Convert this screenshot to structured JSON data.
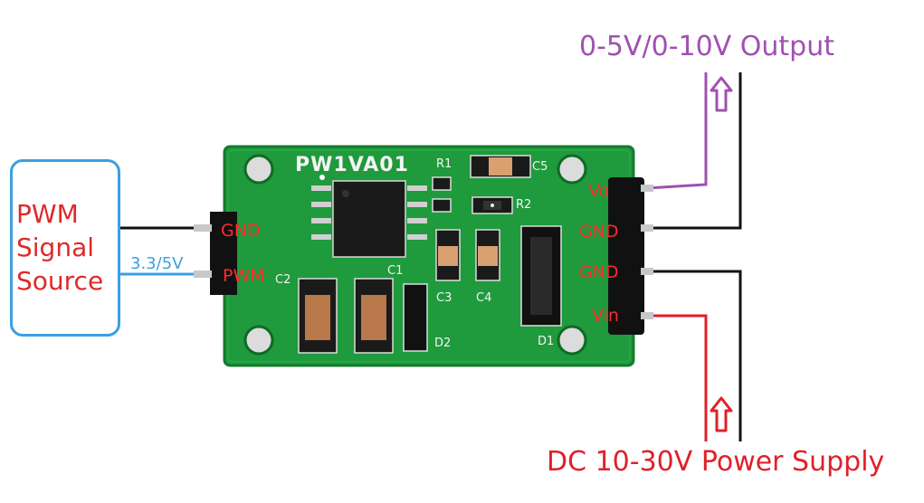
{
  "output_label": "0-5V/0-10V Output",
  "power_label": "DC 10-30V Power Supply",
  "source": {
    "line1": "PWM",
    "line2": "Signal",
    "line3": "Source",
    "voltage": "3.3/5V"
  },
  "board": {
    "name": "PW1VA01",
    "left_pins": [
      "GND",
      "PWM"
    ],
    "right_pins": [
      "Vo",
      "GND",
      "GND",
      "Vin"
    ],
    "components": {
      "r1": "R1",
      "r2": "R2",
      "c1": "C1",
      "c2": "C2",
      "c3": "C3",
      "c4": "C4",
      "c5": "C5",
      "d1": "D1",
      "d2": "D2"
    }
  },
  "colors": {
    "pcb": "#1f9a3c",
    "output_wire": "#a050b0",
    "power_wire": "#e0202a",
    "signal_wire": "#3aa0e0",
    "ground_wire": "#111111"
  }
}
